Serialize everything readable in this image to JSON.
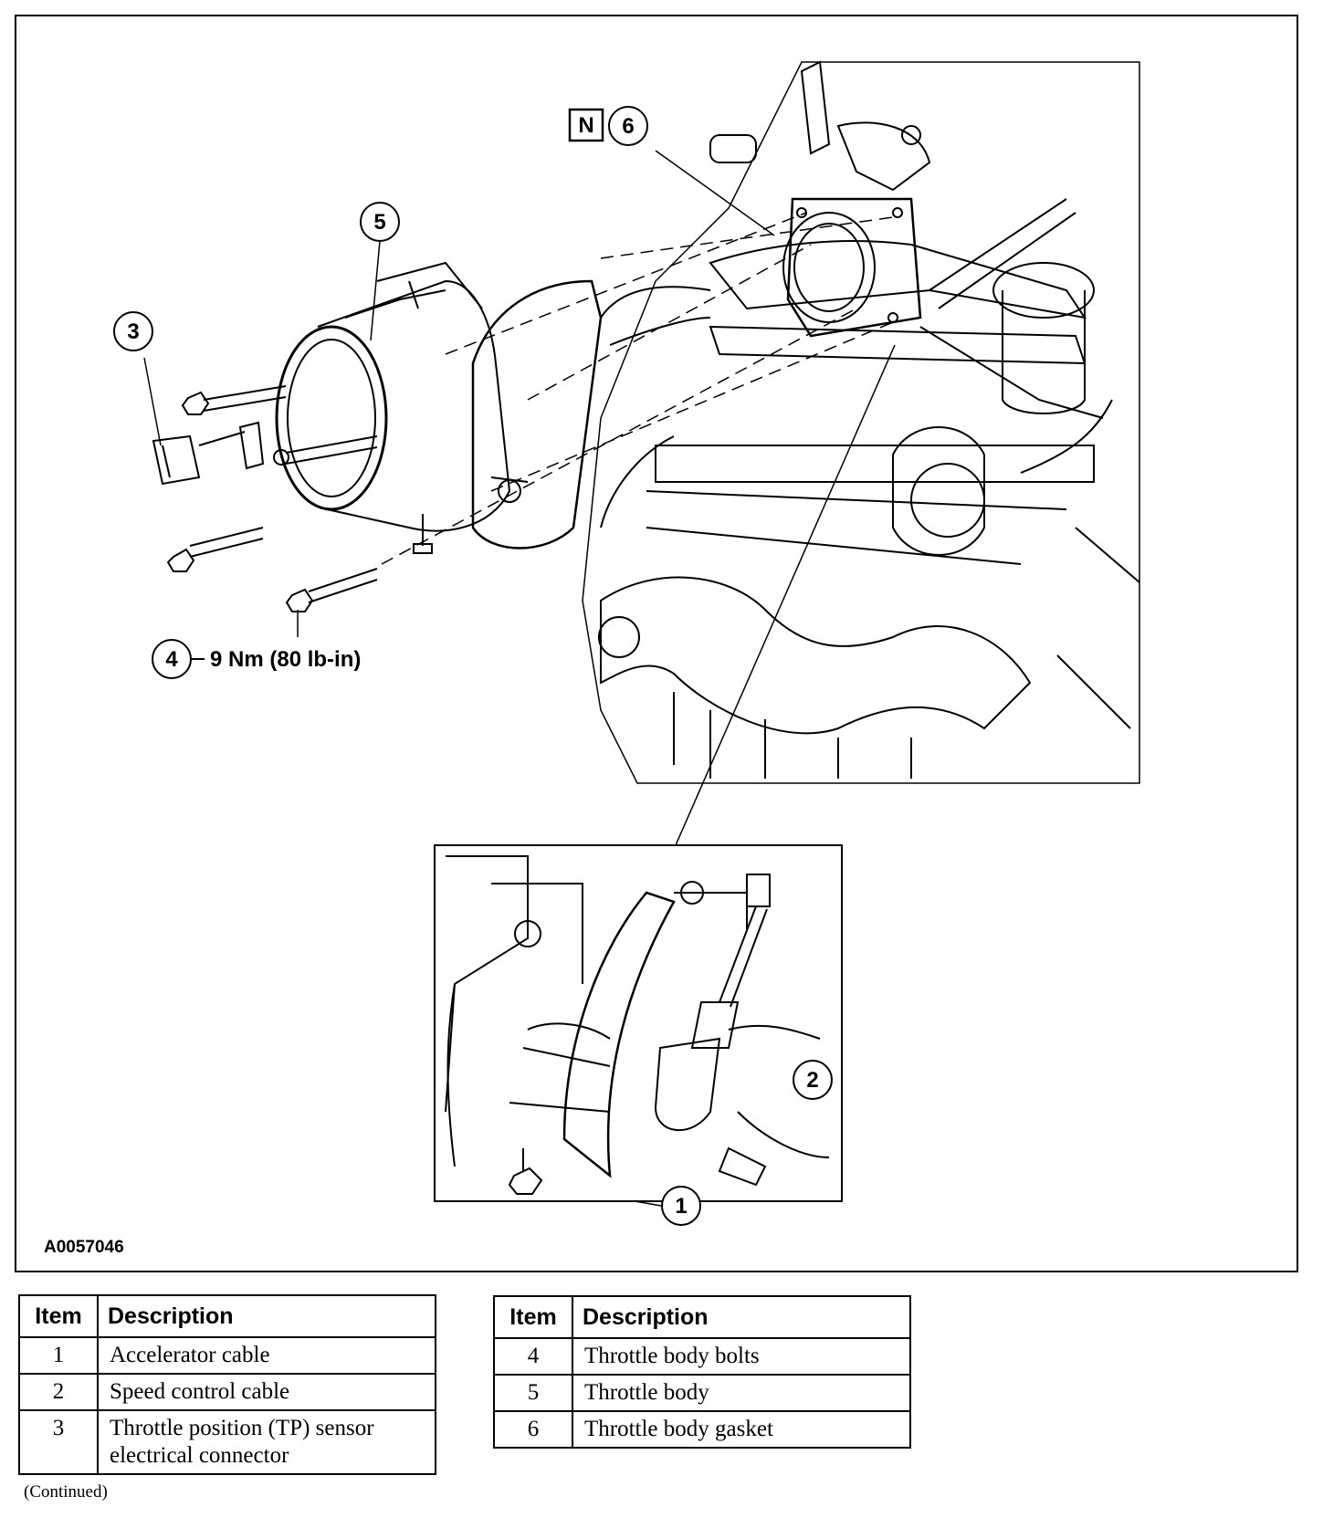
{
  "figure": {
    "callouts": {
      "c1": "1",
      "c2": "2",
      "c3": "3",
      "c4": "4",
      "c5": "5",
      "c6": "6",
      "n_box": "N"
    },
    "torque_spec": "9 Nm (80 lb-in)",
    "figure_id": "A0057046"
  },
  "table_left": {
    "headers": [
      "Item",
      "Description"
    ],
    "rows": [
      {
        "item": "1",
        "description": "Accelerator cable"
      },
      {
        "item": "2",
        "description": "Speed control cable"
      },
      {
        "item": "3",
        "description_line1": "Throttle position (TP) sensor",
        "description_line2": "electrical connector"
      }
    ]
  },
  "table_right": {
    "headers": [
      "Item",
      "Description"
    ],
    "rows": [
      {
        "item": "4",
        "description": "Throttle body bolts"
      },
      {
        "item": "5",
        "description": "Throttle body"
      },
      {
        "item": "6",
        "description": "Throttle body gasket"
      }
    ]
  },
  "footer_note": "(Continued)"
}
